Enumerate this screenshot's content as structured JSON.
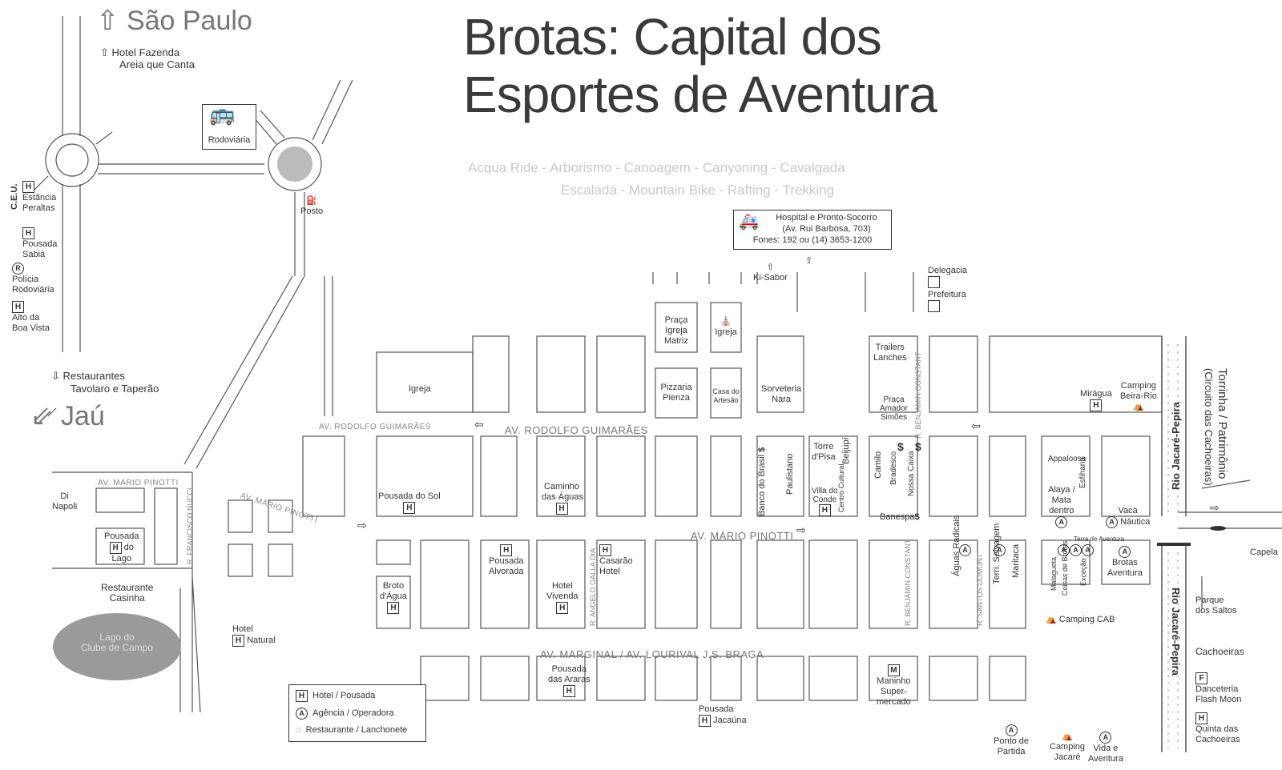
{
  "title": {
    "line1": "Brotas: Capital dos",
    "line2": "Esportes de Aventura"
  },
  "sports": {
    "line1": "Acqua Ride - Arborismo - Canoagem - Canyoning - Cavalgada",
    "line2": "Escalada - Mountain Bike - Rafting - Trekking"
  },
  "directions": {
    "sao_paulo": "São Paulo",
    "jau": "Jaú",
    "torrinha": "Torrinha / Patrimônio",
    "cachoeiras_circuit": "(Circuito das Cachoeiras)",
    "terra_aventura": "→ Terra de Aventura"
  },
  "hospital": {
    "name": "Hospital e Pronto-Socorro",
    "address": "(Av. Rui Barbosa, 703)",
    "phones": "Fones: 192 ou (14) 3653-1200"
  },
  "streets": {
    "rodolfo_small": "AV. RODOLFO GUIMARÃES",
    "rodolfo": "AV. RODOLFO GUIMARÃES",
    "mario_left": "AV. MÁRIO PINOTTI",
    "mario_diag": "AV. MÁRIO PINOTTI",
    "mario_center": "AV. MÁRIO PINOTTI",
    "marginal": "AV. MARGINAL / AV. LOURIVAL J.S. BRAGA",
    "francisco": "R. FRANCISCO NUCCI",
    "benjamin1": "R. BENJAMIN CONSTANT",
    "benjamin2": "R. BENJAMIN CONSTANT",
    "angelo": "R. ANGELO GALLA DIA",
    "santos": "R. SANTOS DUMONT"
  },
  "rivers": {
    "upper": "Rio Jacaré-Pepira",
    "lower": "Rio Jacaré-Pepira"
  },
  "places": {
    "rodoviaria": "Rodoviária",
    "hotel_fazenda": "Hotel Fazenda",
    "areia": "Areia que Canta",
    "ceu": "C.E.U.",
    "estancia": "Estância",
    "peraltas": "Peraltas",
    "pousada_sabia_1": "Pousada",
    "pousada_sabia_2": "Sabiá",
    "policia_1": "Polícia",
    "policia_2": "Rodoviária",
    "alto_1": "Alto da",
    "alto_2": "Boa Vista",
    "restaurantes_1": "Restaurantes",
    "restaurantes_2": "Tavolaro e Taperão",
    "posto": "Posto",
    "ki_sabor": "Ki-Sabor",
    "delegacia": "Delegacia",
    "prefeitura": "Prefeitura",
    "praca_1": "Praça",
    "praca_2": "Igreja",
    "praca_3": "Matriz",
    "igreja_matriz": "Igreja",
    "igreja_left": "Igreja",
    "trailers_1": "Trailers",
    "trailers_2": "Lanches",
    "pizzaria_1": "Pizzaria",
    "pizzaria_2": "Pienza",
    "casa_1": "Casa do",
    "casa_2": "Artesão",
    "sorveteria_1": "Sorveteria",
    "sorveteria_2": "Nara",
    "praca_amador_1": "Praça",
    "praca_amador_2": "Amador",
    "praca_amador_3": "Simões",
    "miragua": "Mirágua",
    "camping_beira_1": "Camping",
    "camping_beira_2": "Beira-Rio",
    "di_napoli_1": "Di",
    "di_napoli_2": "Napoli",
    "pousada_sol": "Pousada do Sol",
    "caminho_1": "Caminho",
    "caminho_2": "das Águas",
    "banco_brasil": "Banco do Brasil",
    "paulistano": "Paulistano",
    "torre_1": "Torre",
    "torre_2": "d'Pisa",
    "beijupi": "Beijupí",
    "villa_1": "Villa do",
    "villa_2": "Conde",
    "centro_cultural": "Centro Cultural",
    "camilo": "Camilo",
    "bradesco": "Bradesco",
    "nossa_caixa": "Nossa Caixa",
    "banespa": "Banespa",
    "appaloosa": "Appaloosa",
    "esfiharia": "Esfiharia",
    "alaya_1": "Alaya /",
    "alaya_2": "Mata",
    "alaya_3": "dentro",
    "vaca_1": "Vaca",
    "vaca_2": "Náutica",
    "capela": "Capela",
    "pousada_lago_1": "Pousada",
    "pousada_lago_2": "do",
    "pousada_lago_3": "Lago",
    "pousada_alvorada_1": "Pousada",
    "pousada_alvorada_2": "Alvorada",
    "casarao_1": "Casarão",
    "casarao_2": "Hotel",
    "aguas_radicais": "Águas Radicais",
    "terri_selvagem": "Terri. Selvagem",
    "maritaca": "Maritaca",
    "malagueta": "Malagueta",
    "coisas_brotas": "Coisas de Brotas",
    "escecao": "Exceção",
    "brotas_av_1": "Brotas",
    "brotas_av_2": "Aventura",
    "restaurante_casinha_1": "Restaurante",
    "restaurante_casinha_2": "Casinha",
    "broto_1": "Broto",
    "broto_2": "d'Água",
    "hotel_vivenda_1": "Hotel",
    "hotel_vivenda_2": "Vivenda",
    "camping_cab": "Camping CAB",
    "parque_1": "Parque",
    "parque_2": "dos Saltos",
    "lago_1": "Lago do",
    "lago_2": "Clube de Campo",
    "hotel_natural_1": "Hotel",
    "hotel_natural_2": "Natural",
    "cachoeiras": "Cachoeiras",
    "pousada_araras_1": "Pousada",
    "pousada_araras_2": "das Araras",
    "maninho_1": "Maninho",
    "maninho_2": "Super-",
    "maninho_3": "mercado",
    "danceteria_1": "Danceteria",
    "danceteria_2": "Flash Moon",
    "pousada_jacauna_1": "Pousada",
    "pousada_jacauna_2": "Jacaúna",
    "ponto_1": "Ponto de",
    "ponto_2": "Partida",
    "camping_jacare_1": "Camping",
    "camping_jacare_2": "Jacaré",
    "vida_1": "Vida e",
    "vida_2": "Aventura",
    "quinta_1": "Quinta das",
    "quinta_2": "Cachoeiras"
  },
  "legend": {
    "hotel": "Hotel / Pousada",
    "agency": "Agência / Operadora",
    "restaurant": "Restaurante / Lanchonete"
  },
  "symbols": {
    "hotel": "H",
    "agency": "A",
    "police": "R",
    "bank": "$",
    "market": "M",
    "dance": "F"
  }
}
